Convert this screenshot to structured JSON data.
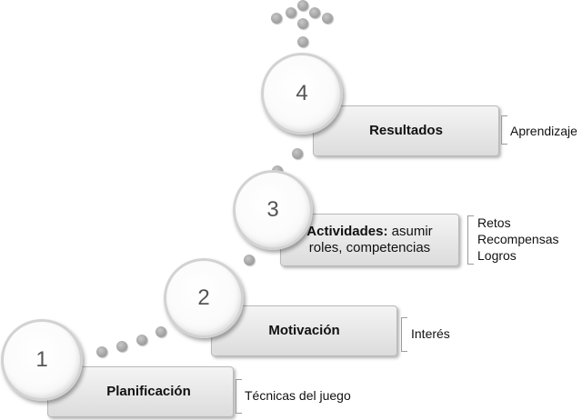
{
  "steps": [
    {
      "number": "1",
      "title": "Planificación",
      "note": "Técnicas del juego"
    },
    {
      "number": "2",
      "title": "Motivación",
      "note": "Interés"
    },
    {
      "number": "3",
      "title_bold": "Actividades:",
      "title_rest_1": " asumir",
      "title_line_2": "roles, competencias",
      "notes": [
        "Retos",
        "Recompensas",
        "Logros"
      ]
    },
    {
      "number": "4",
      "title": "Resultados",
      "note": "Aprendizaje"
    }
  ],
  "colors": {
    "dot": "#999999",
    "circle_border": "#d2d2d2",
    "box": "#e6e6e6"
  }
}
